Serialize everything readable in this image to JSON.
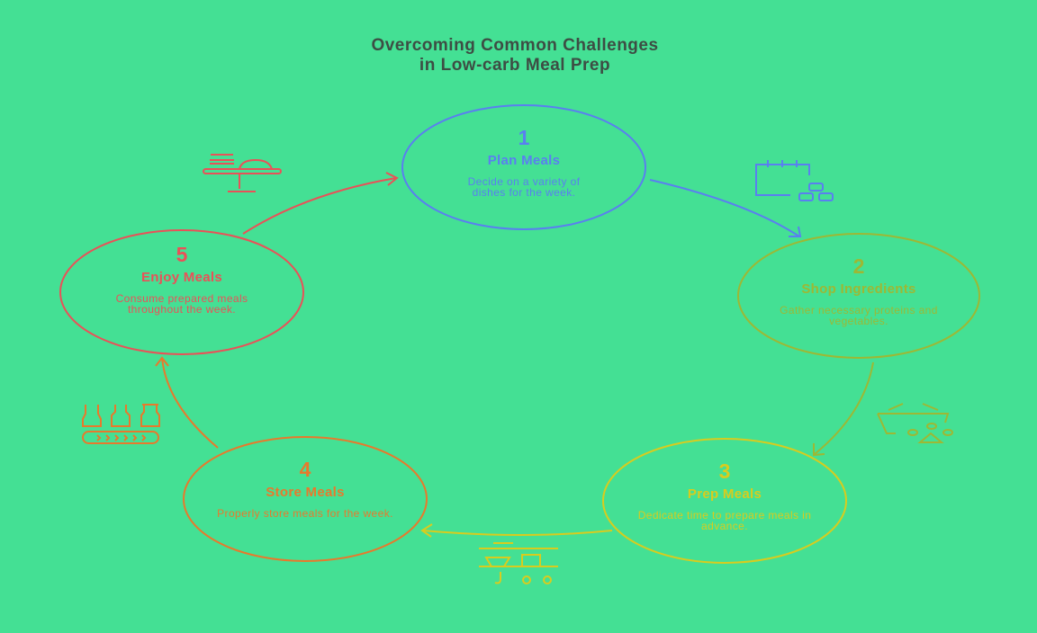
{
  "title": {
    "line1": "Overcoming Common Challenges",
    "line2": "in Low-carb Meal Prep"
  },
  "colors": {
    "background": "#44e094",
    "step1": "#5a7ff0",
    "step2": "#9db834",
    "step3": "#d8cc1e",
    "step4": "#e8792c",
    "step5": "#ea5158"
  },
  "steps": [
    {
      "number": "1",
      "label": "Plan Meals",
      "description": "Decide on a variety of dishes for the week.",
      "icon": "calendar-icon"
    },
    {
      "number": "2",
      "label": "Shop Ingredients",
      "description": "Gather necessary proteins and vegetables.",
      "icon": "shopping-basket-icon"
    },
    {
      "number": "3",
      "label": "Prep Meals",
      "description": "Dedicate time to prepare meals in advance.",
      "icon": "kitchen-prep-icon"
    },
    {
      "number": "4",
      "label": "Store Meals",
      "description": "Properly store meals for the week.",
      "icon": "storage-jars-icon"
    },
    {
      "number": "5",
      "label": "Enjoy Meals",
      "description": "Consume prepared meals throughout the week.",
      "icon": "serving-stand-icon"
    }
  ]
}
